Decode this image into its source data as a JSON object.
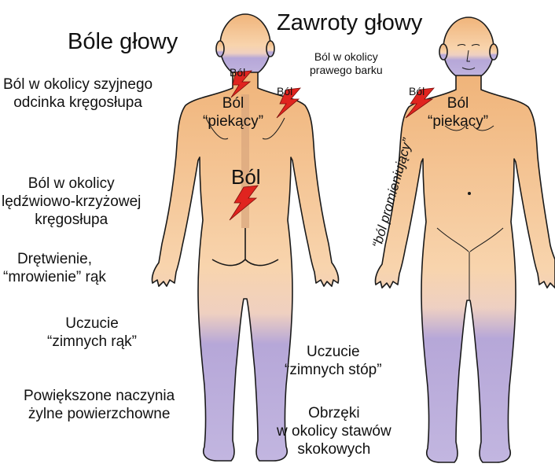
{
  "labels": {
    "bole_glowy": "Bóle głowy",
    "zawroty_glowy": "Zawroty głowy",
    "bol_szyjny_1": "Ból w okolicy szyjnego",
    "bol_szyjny_2": "odcinka kręgosłupa",
    "bol_ledzwiowy_1": "Ból w okolicy",
    "bol_ledzwiowy_2": "lędźwiowo-krzyżowej",
    "bol_ledzwiowy_3": "kręgosłupa",
    "dretwienie_1": "Drętwienie,",
    "dretwienie_2": "“mrowienie” rąk",
    "zimne_rece_1": "Uczucie",
    "zimne_rece_2": "“zimnych rąk”",
    "naczynia_1": "Powiększone naczynia",
    "naczynia_2": "żylne powierzchowne",
    "bol_barku_1": "Ból w okolicy",
    "bol_barku_2": "prawego barku",
    "zimne_stopy_1": "Uczucie",
    "zimne_stopy_2": "“zimnych stóp”",
    "obrzeki_1": "Obrzęki",
    "obrzeki_2": "w okolicy stawów",
    "obrzeki_3": "skokowych",
    "bol_promieniujacy": "“ból promieniujący”",
    "back_bol_neck": "Ból",
    "back_bol_shoulder": "Ból",
    "back_bol_piekacy_1": "Ból",
    "back_bol_piekacy_2": "“piekący”",
    "back_bol_lower": "Ból",
    "front_bol_shoulder": "Ból",
    "front_bol_piekacy_1": "Ból",
    "front_bol_piekacy_2": "“piekący”"
  },
  "colors": {
    "skin_top": "#f1b77f",
    "skin_mid": "#f8d1a8",
    "legs": "#b2a4d6",
    "outline": "#1a1a1a",
    "lightning": "#e0241f",
    "spine": "#d9a57c"
  },
  "icons": [
    "lightning-icon"
  ]
}
